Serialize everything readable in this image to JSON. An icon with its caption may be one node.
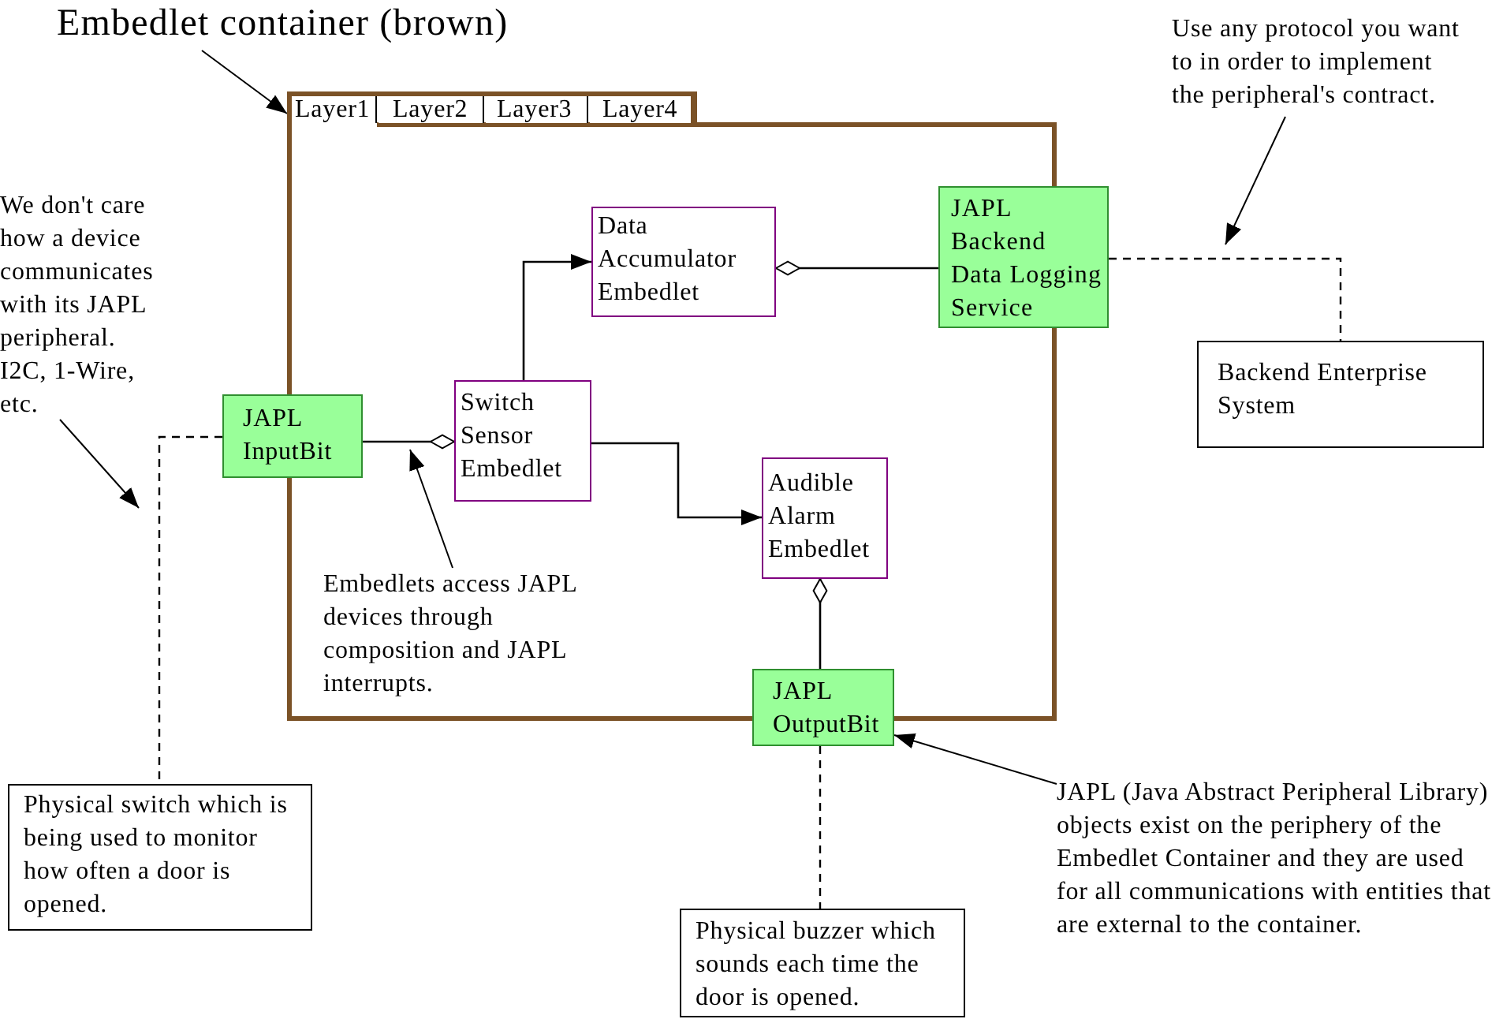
{
  "diagram": {
    "nodes": [
      {
        "text": [
          "Embedlet container (brown)"
        ]
      },
      {
        "text": [
          "Use any protocol you want to in order to implement the peripheral's contract."
        ]
      },
      {
        "text": [],
        "shape": "box"
      },
      {
        "text": [
          "Layer1"
        ],
        "in": 2
      },
      {
        "text": [
          "Layer2"
        ],
        "in": 2
      },
      {
        "text": [
          "Layer3"
        ],
        "in": 2
      },
      {
        "text": [
          "Layer4"
        ],
        "in": 2
      },
      {
        "text": [
          "Data Accumulator Embedlet"
        ],
        "in": 2
      },
      {
        "text": [
          "JAPL Backend Data Logging Service"
        ]
      },
      {
        "text": [
          "We don't care how a device communicates with its JAPL peripheral. I2C, 1-Wire, etc."
        ]
      },
      {
        "text": [
          "Backend Enterprise System"
        ]
      },
      {
        "text": [
          "JAPL InputBit"
        ]
      },
      {
        "text": [
          "Switch Sensor Embedlet"
        ],
        "in": 2
      },
      {
        "text": [
          "Audible Alarm Embedlet"
        ],
        "in": 2
      },
      {
        "text": [
          "Embedlets access JAPL devices through composition and JAPL interrupts."
        ],
        "in": 2
      },
      {
        "text": [
          "JAPL OutputBit"
        ]
      },
      {
        "text": [
          "Physical switch which is being used to monitor how often a door is opened."
        ]
      },
      {
        "text": [
          "JAPL (Java Abstract Peripheral Library) objects exist on the periphery of the Embedlet Container and they are used for all communications with entities that are external to the container."
        ]
      },
      {
        "text": [
          "Physical buzzer which sounds each time the door is opened."
        ]
      }
    ],
    "edges": [
      {
        "from": 0,
        "to": 2,
        "arrow": "to"
      },
      {
        "from": 1,
        "to": null,
        "arrow": "to"
      },
      {
        "from": 12,
        "to": 7,
        "arrow": "to"
      },
      {
        "from": 7,
        "to": 8,
        "arrow": "other"
      },
      {
        "from": 8,
        "to": 10,
        "arrow": "none",
        "style": "dashed"
      },
      {
        "from": 9,
        "to": null,
        "arrow": "to"
      },
      {
        "from": 12,
        "to": 11,
        "arrow": "other"
      },
      {
        "from": 12,
        "to": 13,
        "arrow": "to"
      },
      {
        "from": 13,
        "to": 15,
        "arrow": "other"
      },
      {
        "from": 11,
        "to": 16,
        "arrow": "none",
        "style": "dashed"
      },
      {
        "from": 14,
        "to": null,
        "arrow": "to"
      },
      {
        "from": 17,
        "to": 15,
        "arrow": "to"
      },
      {
        "from": 15,
        "to": 18,
        "arrow": "none",
        "style": "dashed"
      }
    ]
  }
}
